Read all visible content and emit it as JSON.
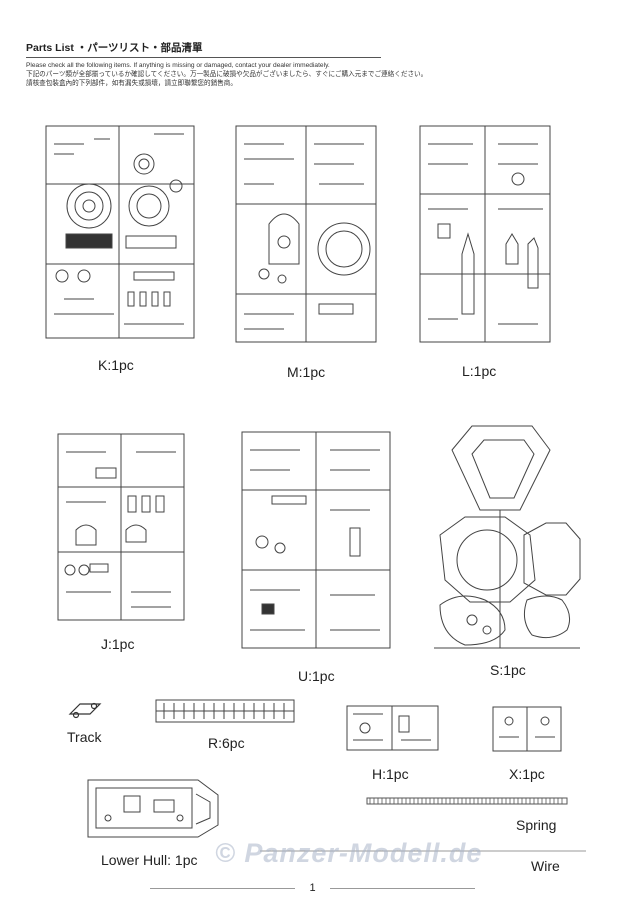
{
  "header": {
    "title": "Parts List ・パーツリスト・部品清單",
    "line_en": "Please check all the following items. If anything is missing or damaged, contact your dealer immediately.",
    "line_ja": "下記のパーツ類が全部揃っているか確認してください。万一製品に破損や欠品がございましたら、すぐにご購入元までご連絡ください。",
    "line_zh": "請核查包裝盒內的下列部件，如有漏失或損壞，請立即聯繫您的銷售商。"
  },
  "parts": {
    "k": "K:1pc",
    "m": "M:1pc",
    "l": "L:1pc",
    "j": "J:1pc",
    "u": "U:1pc",
    "s": "S:1pc",
    "track": "Track",
    "r": "R:6pc",
    "h": "H:1pc",
    "x": "X:1pc",
    "spring": "Spring",
    "lower_hull": "Lower Hull: 1pc",
    "wire": "Wire"
  },
  "watermark": "© Panzer-Modell.de",
  "page_number": "1"
}
